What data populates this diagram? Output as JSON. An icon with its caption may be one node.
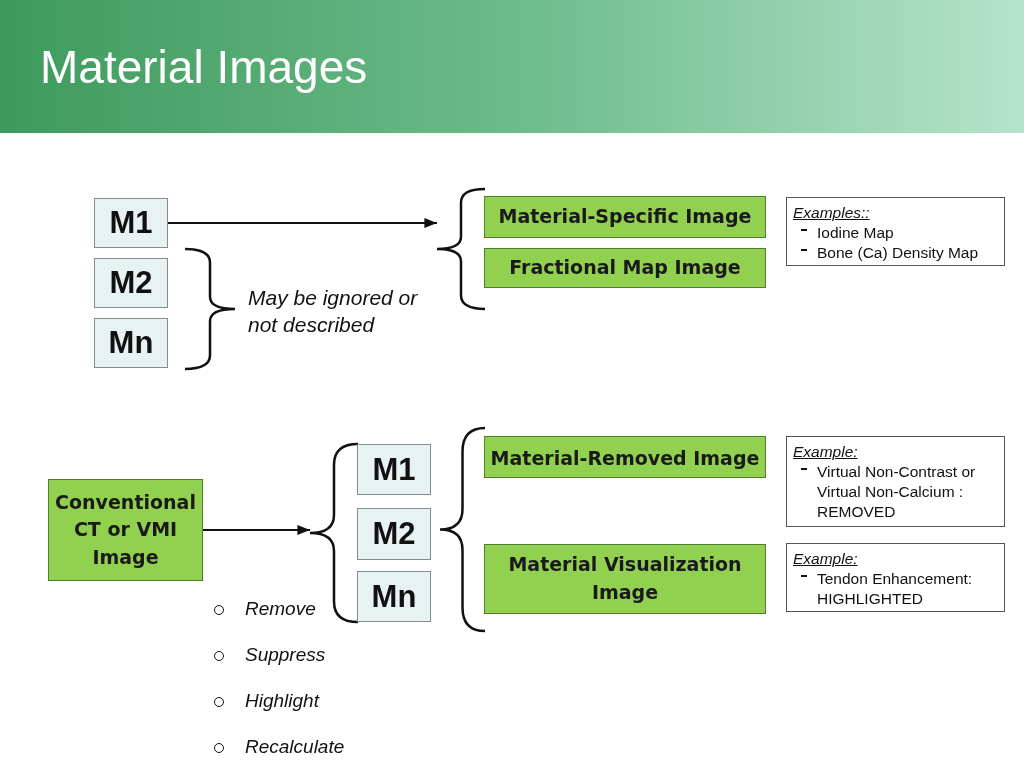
{
  "diagram": {
    "title": "Material Images",
    "nodes": [
      {
        "text": [
          "M1"
        ]
      },
      {
        "text": [
          "M2"
        ]
      },
      {
        "text": [
          "Mn"
        ]
      },
      {
        "text": [],
        "shape": "bracket"
      },
      {
        "text": [
          "Material-Specific Image"
        ]
      },
      {
        "text": [
          "Fractional Map Image"
        ]
      },
      {
        "text": [
          "Examples::",
          "Iodine Map",
          "Bone (Ca) Density Map"
        ]
      },
      {
        "text": [
          "Conventional CT or VMI Image"
        ]
      },
      {
        "text": [],
        "shape": "bracket"
      },
      {
        "text": [
          "M1"
        ]
      },
      {
        "text": [
          "M2"
        ]
      },
      {
        "text": [
          "Mn"
        ]
      },
      {
        "text": [
          "Material-Removed Image"
        ]
      },
      {
        "text": [
          "Material Visualization Image"
        ]
      },
      {
        "text": [
          "Example:",
          "Virtual Non-Contrast or Virtual Non-Calcium : REMOVED"
        ]
      },
      {
        "text": [
          "Example:",
          "Tendon Enhancement: HIGHLIGHTED"
        ]
      }
    ],
    "edges": [
      {
        "from": 0,
        "to": 3,
        "arrow": "to"
      },
      {
        "from": 7,
        "to": 8,
        "arrow": "to"
      }
    ],
    "labels": [
      "May be ignored or not described",
      "Remove",
      "Suppress",
      "Highlight",
      "Recalculate"
    ]
  }
}
